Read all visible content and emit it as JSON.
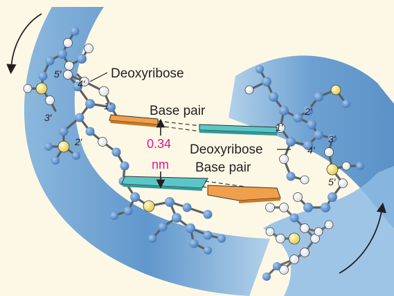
{
  "labels": {
    "deoxyribose_top": "Deoxyribose",
    "base_pair_top": "Base pair",
    "distance_value": "0.34",
    "distance_unit": "nm",
    "deoxyribose_right": "Deoxyribose",
    "base_pair_bottom": "Base pair"
  },
  "atom_numbers": {
    "left_5": "5′",
    "left_4": "4′",
    "left_3": "3′",
    "left_2": "2′",
    "left_1": "1′",
    "right_1": "1′",
    "right_2": "2′",
    "right_3": "3′",
    "right_4": "4′",
    "right_5": "5′"
  },
  "colors": {
    "background": "#fdf8e6",
    "ribbon": "#5f97cf",
    "carbon_atom": "#5a8fcf",
    "phosphorus_atom": "#f2e27a",
    "oxygen_atom": "#ffffff",
    "base_orange": "#f0a04a",
    "base_teal": "#5cc6c6",
    "distance_text": "#e6168c"
  },
  "icons": {
    "rotation_arrow_top": "curved-arrow-down-icon",
    "rotation_arrow_bottom": "curved-arrow-up-icon"
  }
}
